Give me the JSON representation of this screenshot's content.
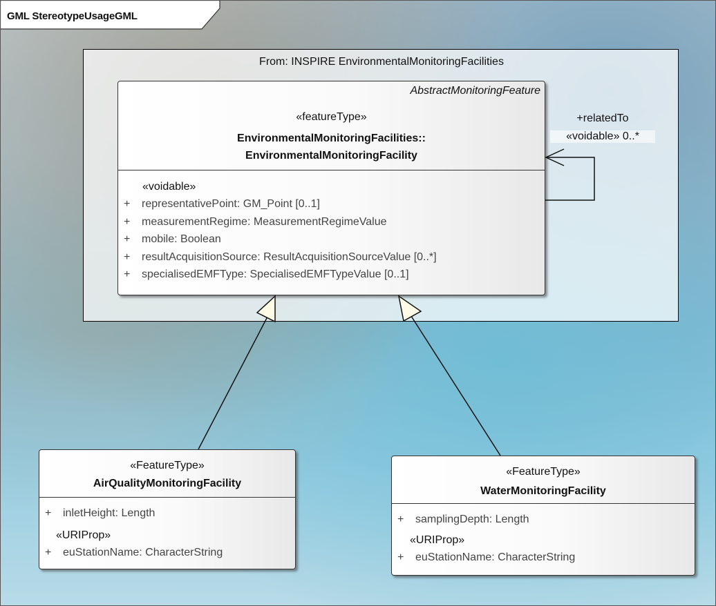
{
  "diagram": {
    "tab_title": "GML StereotypeUsageGML"
  },
  "package": {
    "label": "From: INSPIRE EnvironmentalMonitoringFacilities"
  },
  "main_class": {
    "abstract_parent": "AbstractMonitoringFeature",
    "stereotype": "«featureType»",
    "name_line1": "EnvironmentalMonitoringFacilities::",
    "name_line2": "EnvironmentalMonitoringFacility",
    "attribute_group": "«voidable»",
    "attributes": [
      {
        "visibility": "+",
        "text": "representativePoint: GM_Point [0..1]"
      },
      {
        "visibility": "+",
        "text": "measurementRegime: MeasurementRegimeValue"
      },
      {
        "visibility": "+",
        "text": "mobile: Boolean"
      },
      {
        "visibility": "+",
        "text": "resultAcquisitionSource: ResultAcquisitionSourceValue [0..*]"
      },
      {
        "visibility": "+",
        "text": "specialisedEMFType: SpecialisedEMFTypeValue [0..1]"
      }
    ]
  },
  "self_association": {
    "role": "+relatedTo",
    "multiplicity": "«voidable» 0..*"
  },
  "air_class": {
    "stereotype": "«FeatureType»",
    "name": "AirQualityMonitoringFacility",
    "attributes": [
      {
        "visibility": "+",
        "text": "inletHeight: Length"
      }
    ],
    "attribute_group": "«URIProp»",
    "group_attributes": [
      {
        "visibility": "+",
        "text": "euStationName: CharacterString"
      }
    ]
  },
  "water_class": {
    "stereotype": "«FeatureType»",
    "name": "WaterMonitoringFacility",
    "attributes": [
      {
        "visibility": "+",
        "text": "samplingDepth: Length"
      }
    ],
    "attribute_group": "«URIProp»",
    "group_attributes": [
      {
        "visibility": "+",
        "text": "euStationName: CharacterString"
      }
    ]
  }
}
